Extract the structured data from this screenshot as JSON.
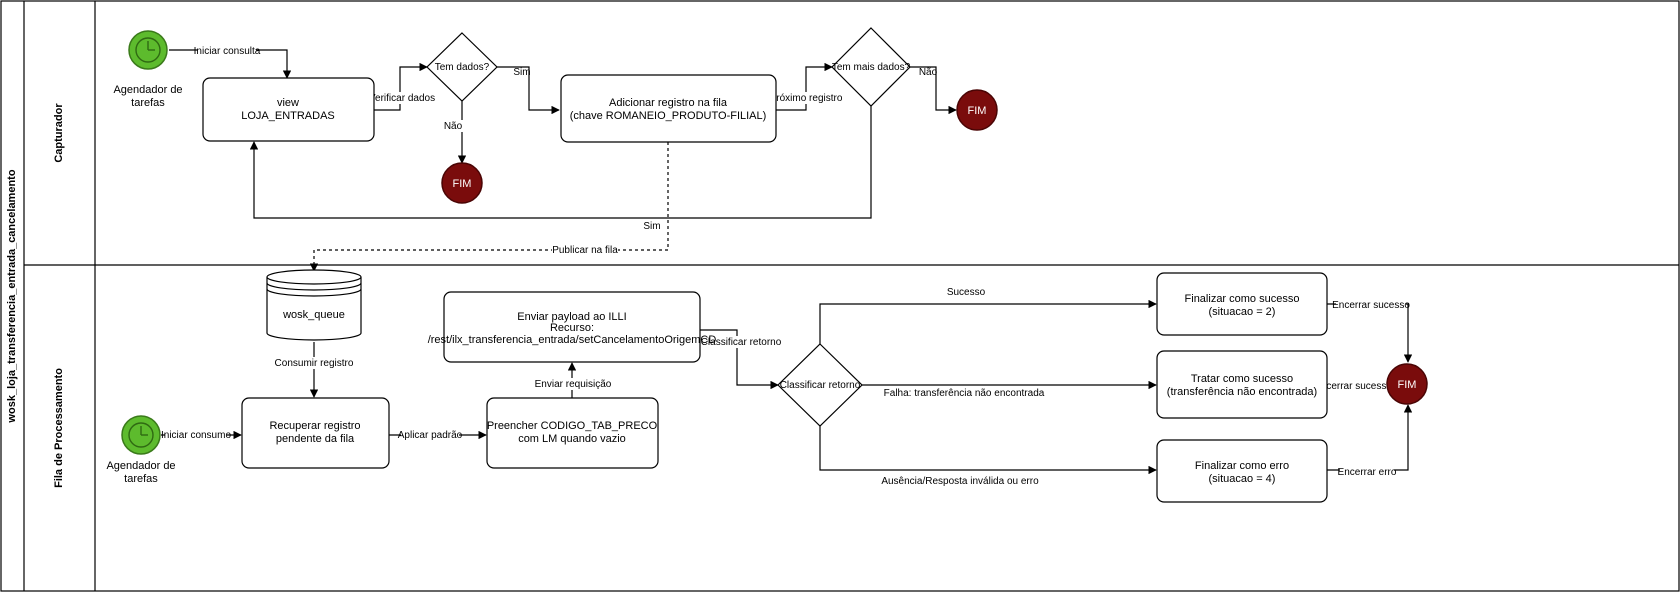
{
  "pool": {
    "title": "wosk_loja_transferencia_entrada_cancelamento",
    "lanes": [
      {
        "title": "Capturador"
      },
      {
        "title": "Fila de Processamento"
      }
    ]
  },
  "colors": {
    "start_event": "#5dbb2d",
    "start_event_stroke": "#3a7a1a",
    "end_event": "#7a0c0c",
    "end_event_stroke": "#4a0505"
  },
  "capturador": {
    "start_label": [
      "Agendador de",
      "tarefas"
    ],
    "view_box": [
      "view",
      "LOJA_ENTRADAS"
    ],
    "decision_1": "Tem dados?",
    "add_box": [
      "Adicionar registro na fila",
      "(chave ROMANEIO_PRODUTO-FILIAL)"
    ],
    "decision_2": "Tem mais dados?",
    "end_1": "FIM",
    "end_2": "FIM",
    "edges": {
      "iniciar_consulta": "Iniciar consulta",
      "verificar_dados": "Verificar dados",
      "sim_1": "Sim",
      "nao_1": "Não",
      "proximo_registro": "Próximo registro",
      "nao_2": "Não",
      "sim_loop": "Sim",
      "publicar": "Publicar na fila"
    }
  },
  "fila": {
    "queue_label": "wosk_queue",
    "start_label": [
      "Agendador de",
      "tarefas"
    ],
    "recover_box": [
      "Recuperar registro",
      "pendente da fila"
    ],
    "fill_box": [
      "Preencher CODIGO_TAB_PRECO",
      "com LM quando vazio"
    ],
    "send_box": [
      "Enviar payload ao ILLI",
      "Recurso:",
      "/rest/ilx_transferencia_entrada/setCancelamentoOrigemCD"
    ],
    "decision": "Classificar retorno",
    "success_box": [
      "Finalizar como sucesso",
      "(situacao = 2)"
    ],
    "treat_box": [
      "Tratar como sucesso",
      "(transferência não encontrada)"
    ],
    "error_box": [
      "Finalizar como erro",
      "(situacao = 4)"
    ],
    "end": "FIM",
    "edges": {
      "consumir": "Consumir registro",
      "iniciar_consumo": "Iniciar consumo",
      "aplicar_padrao": "Aplicar padrão",
      "enviar_requisicao": "Enviar requisição",
      "classificar": "Classificar retorno",
      "sucesso": "Sucesso",
      "falha": "Falha: transferência não encontrada",
      "ausencia": "Ausência/Resposta inválida ou erro",
      "encerrar_sucesso_1": "Encerrar sucesso",
      "encerrar_sucesso_2": "Encerrar sucesso",
      "encerrar_erro": "Encerrar erro"
    }
  }
}
